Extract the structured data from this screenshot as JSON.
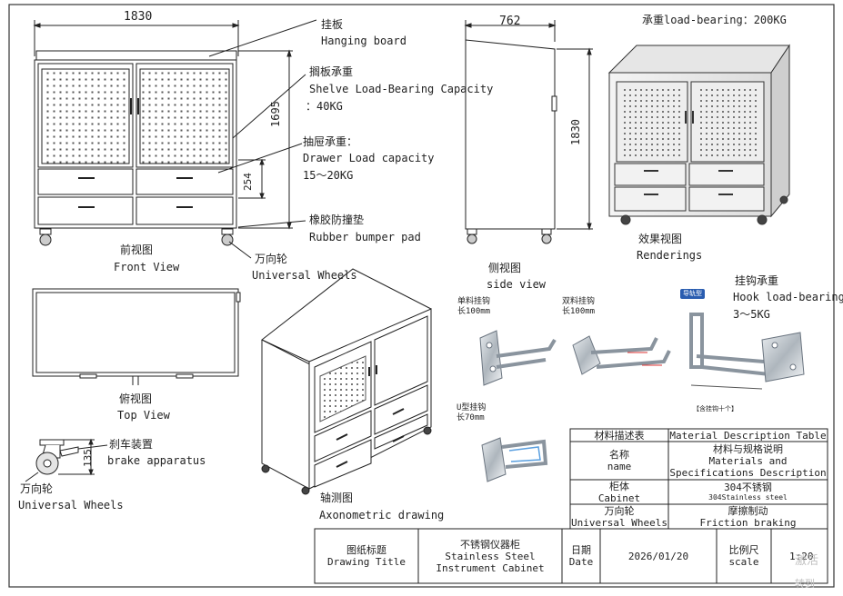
{
  "front": {
    "width_dim": "1830",
    "height_dim": "1695",
    "drawer_dim": "254",
    "title_cn": "前视图",
    "title_en": "Front View"
  },
  "callouts": {
    "hanging_cn": "挂板",
    "hanging_en": "Hanging board",
    "shelf_cn": "搁板承重",
    "shelf_en": "Shelve Load-Bearing Capacity",
    "shelf_val": "：40KG",
    "drawer_cn": "抽屉承重：",
    "drawer_en": "Drawer Load capacity",
    "drawer_val": "15～20KG",
    "bumper_cn": "橡胶防撞垫",
    "bumper_en": "Rubber bumper pad",
    "wheel_cn": "万向轮",
    "wheel_en": "Universal Wheels"
  },
  "side": {
    "width_dim": "762",
    "height_dim": "1830",
    "title_cn": "侧视图",
    "title_en": "side view"
  },
  "render": {
    "load": "承重load-bearing：200KG",
    "title_cn": "效果视图",
    "title_en": "Renderings"
  },
  "top": {
    "title_cn": "俯视图",
    "title_en": "Top View"
  },
  "brake": {
    "dim": "135",
    "label_cn": "刹车装置",
    "label_en": "brake apparatus",
    "wheel_cn": "万向轮",
    "wheel_en": "Universal Wheels"
  },
  "axo": {
    "title_cn": "轴测图",
    "title_en": "Axonometric drawing"
  },
  "hooks": {
    "load_cn": "挂钩承重",
    "load_en": "Hook load-bearing：",
    "load_val": "3～5KG",
    "chip": "导轨型",
    "single_cn": "单料挂钩",
    "single_len": "长100mm",
    "double_cn": "双料挂钩",
    "double_len": "长100mm",
    "u_cn": "U型挂钩",
    "u_len": "长70mm",
    "note": "【含挂钩十个】"
  },
  "mat_table": {
    "header_cn": "材料描述表",
    "header_en": "Material Description Table",
    "name_cn": "名称",
    "name_en": "name",
    "spec_cn": "材料与规格说明",
    "spec_en1": "Materials and",
    "spec_en2": "Specifications Description",
    "cab_cn": "柜体",
    "cab_en": "Cabinet",
    "cab_val_cn": "304不锈钢",
    "cab_val_en": "304Stainless steel",
    "wheel_cn": "万向轮",
    "wheel_en": "Universal Wheels",
    "wheel_val": "摩擦制动",
    "wheel_val_en": "Friction braking"
  },
  "title_block": {
    "drawing_title_cn": "图纸标题",
    "drawing_title_en": "Drawing Title",
    "name_cn": "不锈钢仪器柜",
    "name_en1": "Stainless Steel",
    "name_en2": "Instrument Cabinet",
    "date_cn": "日期",
    "date_en": "Date",
    "date_val": "2026/01/20",
    "scale_cn": "比例尺",
    "scale_en": "scale",
    "scale_val": "1:20"
  },
  "watermark": {
    "line1": "激活",
    "line2": "转到"
  }
}
